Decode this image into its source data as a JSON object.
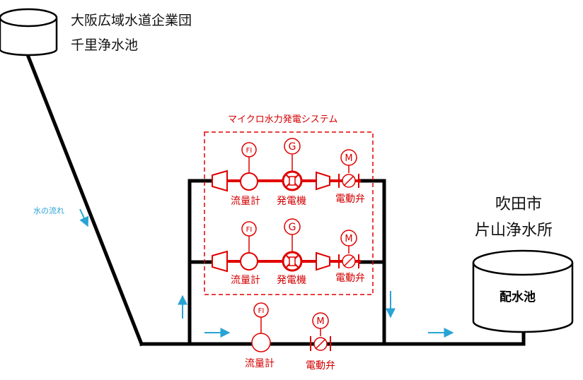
{
  "source": {
    "line1": "大阪広域水道企業団",
    "line2": "千里浄水池"
  },
  "destination": {
    "line1": "吹田市",
    "line2": "片山浄水所",
    "reservoir": "配水池"
  },
  "system_title": "マイクロ水力発電システム",
  "flow_label": "水の流れ",
  "branches": [
    {
      "meter_tag": "FI",
      "generator_tag": "G",
      "valve_tag": "M",
      "meter_label": "流量計",
      "generator_label": "発電機",
      "valve_label": "電動弁"
    },
    {
      "meter_tag": "FI",
      "generator_tag": "G",
      "valve_tag": "M",
      "meter_label": "流量計",
      "generator_label": "発電機",
      "valve_label": "電動弁"
    }
  ],
  "bypass": {
    "meter_tag": "FI",
    "valve_tag": "M",
    "meter_label": "流量計",
    "valve_label": "電動弁"
  },
  "colors": {
    "pipe": "#000000",
    "system": "#e00000",
    "arrow": "#29a3d6"
  }
}
